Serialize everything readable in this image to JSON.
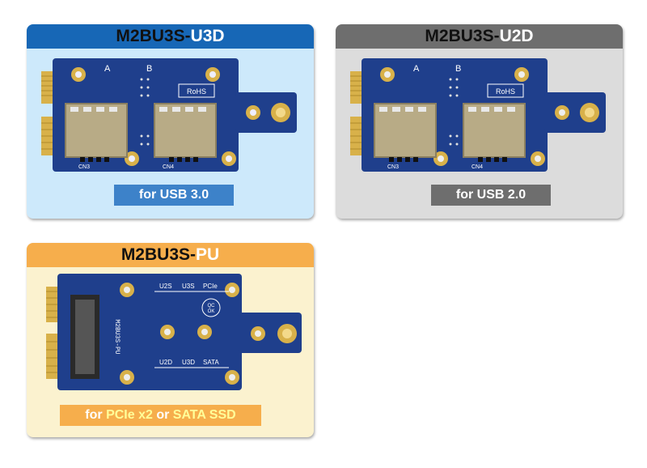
{
  "cards": [
    {
      "title_prefix": "M2BU3S-",
      "title_suffix": "U3D",
      "badge_for": "for ",
      "badge_value": "USB 3.0",
      "board_labels": {
        "slot_a": "A",
        "slot_b": "B",
        "rohs": "RoHS",
        "cn_left": "CN3",
        "cn_right": "CN4"
      }
    },
    {
      "title_prefix": "M2BU3S-",
      "title_suffix": "U2D",
      "badge_for": "for ",
      "badge_value": "USB 2.0",
      "board_labels": {
        "slot_a": "A",
        "slot_b": "B",
        "rohs": "RoHS",
        "cn_left": "CN3",
        "cn_right": "CN4"
      }
    },
    {
      "title_prefix": "M2BU3S-",
      "title_suffix": "PU",
      "badge_for": "for ",
      "badge_value1": "PCIe x2",
      "badge_mid": " or ",
      "badge_value2": "SATA SSD",
      "board_labels": {
        "top_u2s": "U2S",
        "top_u3s": "U3S",
        "top_pcie": "PCIe",
        "bot_u2d": "U2D",
        "bot_u3d": "U3D",
        "bot_sata": "SATA",
        "qc1": "QC",
        "qc2": "OK",
        "model": "M2BU3S-PU"
      }
    }
  ],
  "colors": {
    "card1_header": "#1767b6",
    "card1_bg": "#cde9fb",
    "card2_header": "#6e6e6e",
    "card2_bg": "#dcdcdc",
    "card3_header": "#f6ae4c",
    "card3_bg": "#fbf2cf",
    "pcb_blue": "#1f3f8c",
    "gold": "#d8b14a"
  }
}
